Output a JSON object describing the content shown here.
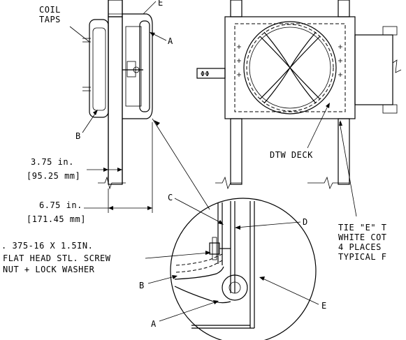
{
  "labels": {
    "coil": "COIL",
    "taps": "TAPS",
    "e_top": "E",
    "a_top": "A",
    "b_left": "B",
    "dim1_in": "3.75 in.",
    "dim1_mm": "[95.25 mm]",
    "dim2_in": "6.75 in.",
    "dim2_mm": "[171.45 mm]",
    "phi": "ΦΦ",
    "dtw_deck": "DTW DECK",
    "c_detail": "C",
    "d_detail": "D",
    "b_detail": "B",
    "a_detail": "A",
    "e_detail": "E",
    "screw_line1": ". 375-16 X 1.5IN.",
    "screw_line2": "FLAT HEAD STL. SCREW",
    "screw_line3": "NUT + LOCK WASHER",
    "note_line1": "TIE \"E\" T",
    "note_line2": "WHITE COT",
    "note_line3": "4 PLACES",
    "note_line4": "TYPICAL F"
  }
}
